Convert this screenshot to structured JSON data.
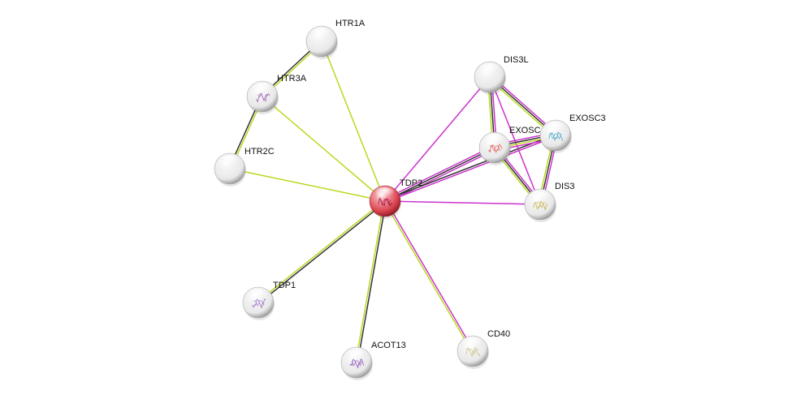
{
  "network": {
    "colors": {
      "textmining": "#b9d91f",
      "coexpression": "#333333",
      "experiments": "#cc33cc",
      "node_default": "#e8e8e8",
      "node_query": "#d8404c"
    },
    "nodes": [
      {
        "id": "HTR1A",
        "label": "HTR1A",
        "query": false,
        "structure": false
      },
      {
        "id": "HTR3A",
        "label": "HTR3A",
        "query": false,
        "structure": true,
        "tint": "#9a5bb0"
      },
      {
        "id": "HTR2C",
        "label": "HTR2C",
        "query": false,
        "structure": false
      },
      {
        "id": "TDP2",
        "label": "TDP2",
        "query": true,
        "structure": true,
        "tint": "#a0103a"
      },
      {
        "id": "DIS3L",
        "label": "DIS3L",
        "query": false,
        "structure": false
      },
      {
        "id": "EXOSC4",
        "label": "EXOSC4",
        "query": false,
        "structure": true,
        "tint": "#e05050"
      },
      {
        "id": "EXOSC3",
        "label": "EXOSC3",
        "query": false,
        "structure": true,
        "tint": "#3aa0c8"
      },
      {
        "id": "DIS3",
        "label": "DIS3",
        "query": false,
        "structure": true,
        "tint": "#c8b040"
      },
      {
        "id": "TDP1",
        "label": "TDP1",
        "query": false,
        "structure": true,
        "tint": "#9a70c8"
      },
      {
        "id": "ACOT13",
        "label": "ACOT13",
        "query": false,
        "structure": true,
        "tint": "#8a50b8"
      },
      {
        "id": "CD40",
        "label": "CD40",
        "query": false,
        "structure": true,
        "tint": "#c8c080"
      }
    ],
    "edges": [
      {
        "source": "HTR1A",
        "target": "HTR3A",
        "types": [
          "textmining",
          "coexpression"
        ]
      },
      {
        "source": "HTR3A",
        "target": "HTR2C",
        "types": [
          "textmining",
          "coexpression"
        ]
      },
      {
        "source": "HTR1A",
        "target": "TDP2",
        "types": [
          "textmining"
        ]
      },
      {
        "source": "HTR3A",
        "target": "TDP2",
        "types": [
          "textmining"
        ]
      },
      {
        "source": "HTR2C",
        "target": "TDP2",
        "types": [
          "textmining"
        ]
      },
      {
        "source": "TDP1",
        "target": "TDP2",
        "types": [
          "textmining",
          "coexpression"
        ]
      },
      {
        "source": "ACOT13",
        "target": "TDP2",
        "types": [
          "textmining",
          "coexpression"
        ]
      },
      {
        "source": "CD40",
        "target": "TDP2",
        "types": [
          "textmining",
          "experiments"
        ]
      },
      {
        "source": "DIS3L",
        "target": "TDP2",
        "types": [
          "experiments"
        ]
      },
      {
        "source": "DIS3",
        "target": "TDP2",
        "types": [
          "experiments"
        ]
      },
      {
        "source": "EXOSC4",
        "target": "TDP2",
        "types": [
          "experiments",
          "coexpression",
          "experiments"
        ]
      },
      {
        "source": "EXOSC3",
        "target": "TDP2",
        "types": [
          "experiments",
          "coexpression"
        ]
      },
      {
        "source": "DIS3L",
        "target": "EXOSC4",
        "types": [
          "experiments",
          "coexpression",
          "textmining"
        ]
      },
      {
        "source": "DIS3L",
        "target": "EXOSC3",
        "types": [
          "experiments",
          "coexpression",
          "textmining"
        ]
      },
      {
        "source": "DIS3L",
        "target": "DIS3",
        "types": [
          "experiments"
        ]
      },
      {
        "source": "EXOSC4",
        "target": "EXOSC3",
        "types": [
          "experiments",
          "coexpression",
          "textmining",
          "experiments"
        ]
      },
      {
        "source": "EXOSC4",
        "target": "DIS3",
        "types": [
          "experiments",
          "coexpression",
          "textmining"
        ]
      },
      {
        "source": "EXOSC3",
        "target": "DIS3",
        "types": [
          "experiments",
          "coexpression",
          "textmining"
        ]
      }
    ]
  }
}
